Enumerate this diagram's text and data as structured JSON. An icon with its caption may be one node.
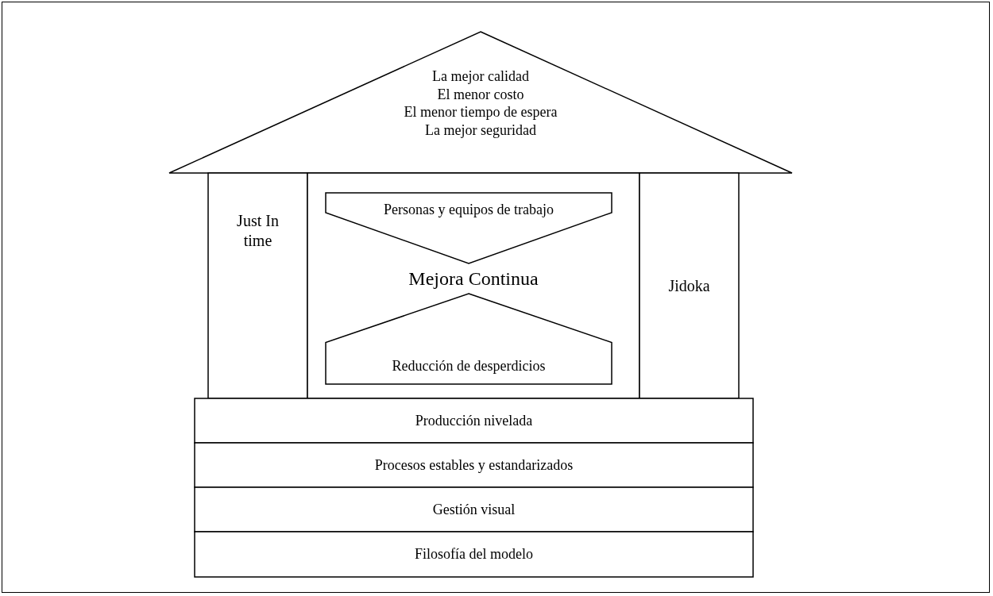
{
  "diagram": {
    "nodes": [
      {
        "text": [
          "La mejor calidad",
          "El menor costo",
          "El menor tiempo de espera",
          "La mejor seguridad"
        ]
      },
      {
        "text": [
          "Just In time"
        ]
      },
      {
        "text": [
          "Mejora Continua"
        ]
      },
      {
        "text": [
          "Personas y equipos de trabajo"
        ],
        "in": 2
      },
      {
        "text": [
          "Reducción de desperdicios"
        ],
        "in": 2
      },
      {
        "text": [
          "Jidoka"
        ]
      },
      {
        "text": [
          "Producción nivelada"
        ]
      },
      {
        "text": [
          "Procesos estables y estandarizados"
        ]
      },
      {
        "text": [
          "Gestión visual"
        ]
      },
      {
        "text": [
          "Filosofía del modelo"
        ]
      }
    ]
  }
}
